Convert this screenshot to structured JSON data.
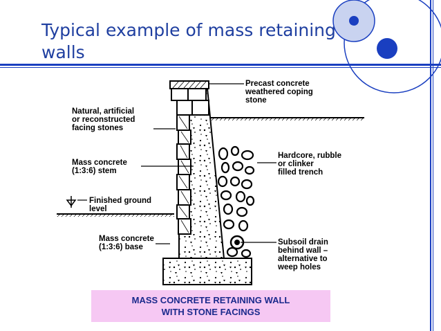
{
  "slide": {
    "title": "Typical example of mass retaining walls",
    "accent_color": "#1a3fc0",
    "title_color": "#1f3fa0"
  },
  "diagram": {
    "labels": {
      "coping": "Precast concrete\nweathered coping\nstone",
      "facing": "Natural, artificial\nor reconstructed\nfacing stones",
      "hardcore": "Hardcore, rubble\nor clinker\nfilled trench",
      "stem": "Mass concrete\n(1:3:6) stem",
      "ground": "Finished ground\nlevel",
      "base": "Mass concrete\n(1:3:6) base",
      "drain": "Subsoil drain\nbehind wall –\nalternative to\nweep holes"
    },
    "caption": {
      "line1": "MASS CONCRETE RETAINING WALL",
      "line2": "WITH STONE FACINGS",
      "background": "#f6c8f3",
      "text_color": "#1b2a8c"
    }
  }
}
